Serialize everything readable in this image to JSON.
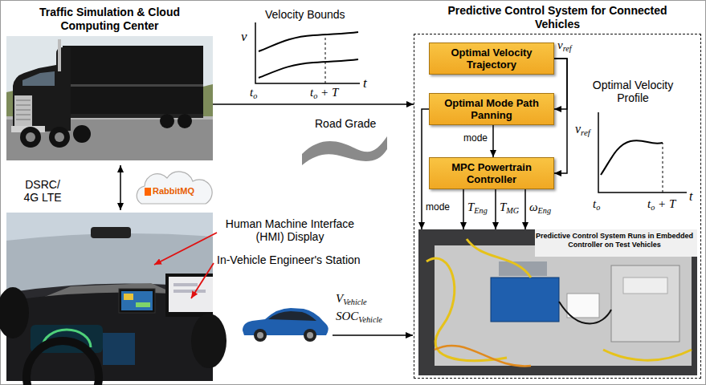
{
  "diagram": {
    "nodes": [
      {
        "text": [
          "Traffic Simulation & Cloud Computing Center"
        ]
      },
      {
        "text": [
          "Predictive Control System for Connected Vehicles"
        ]
      },
      {
        "text": [
          "Optimal Velocity Trajectory"
        ],
        "in": 1
      },
      {
        "text": [
          "Optimal Mode Path Panning"
        ],
        "in": 1
      },
      {
        "text": [
          "MPC Powertrain Controller"
        ],
        "in": 1
      },
      {
        "text": [
          "Predictive Control System Runs in Embedded Controller on Test Vehicles"
        ],
        "in": 1
      }
    ],
    "edges": [
      {
        "from": 0,
        "to": 1,
        "arrow": "to"
      },
      {
        "from": 2,
        "to": 3,
        "arrow": "to"
      },
      {
        "from": 2,
        "to": 4,
        "arrow": "to"
      },
      {
        "from": 3,
        "to": 4,
        "label": "mode",
        "arrow": "to"
      },
      {
        "from": 3,
        "to": 5,
        "label": "mode",
        "arrow": "to"
      },
      {
        "from": 4,
        "to": 5,
        "label": "TEng",
        "arrow": "to"
      },
      {
        "from": 4,
        "to": 5,
        "label": "TMG",
        "arrow": "to"
      },
      {
        "from": 4,
        "to": 5,
        "label": "ωEng",
        "arrow": "to"
      }
    ],
    "labels": [
      "Velocity Bounds",
      "v",
      "t",
      "to",
      "to + T",
      "Road Grade",
      "DSRC/ 4G LTE",
      "RabbitMQ",
      "Human Machine Interface (HMI) Display",
      "In-Vehicle Engineer's Station",
      "VVehicle",
      "SOCVehicle",
      "vref",
      "Optimal Velocity Profile",
      "vref",
      "t",
      "to",
      "to + T"
    ]
  }
}
